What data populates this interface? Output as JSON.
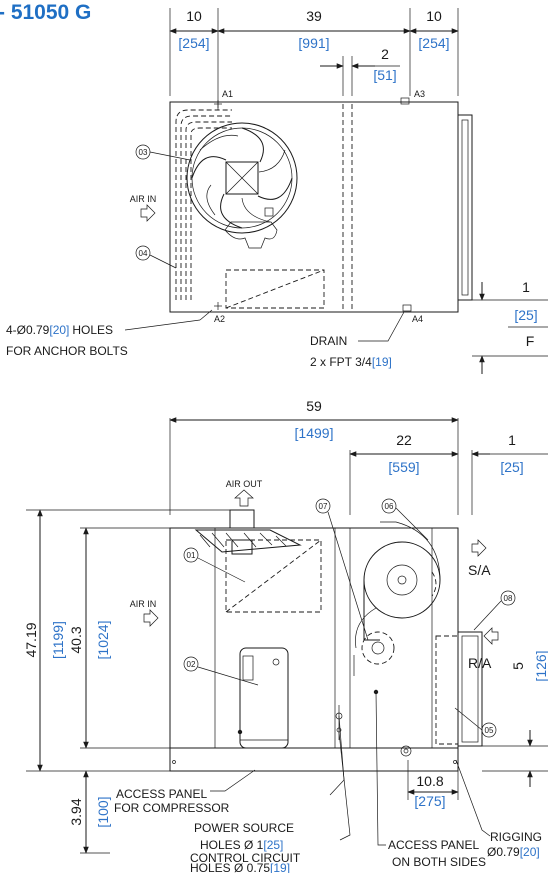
{
  "title": "- 51050 G",
  "top_view": {
    "dim_left_in": "10",
    "dim_left_mm": "[254]",
    "dim_mid_in": "39",
    "dim_mid_mm": "[991]",
    "dim_right_in": "10",
    "dim_right_mm": "[254]",
    "dim_drain_gap_in": "2",
    "dim_drain_gap_mm": "[51]",
    "dim_side_in": "1",
    "dim_side_mm": "[25]",
    "dim_side_label": "F",
    "anchor_a1": "A1",
    "anchor_a2": "A2",
    "anchor_a3": "A3",
    "anchor_a4": "A4",
    "callout_fan": "03",
    "callout_coil": "04",
    "air_in": "AIR IN",
    "holes_line1_a": "4-Ø0.79",
    "holes_line1_mm": "[20]",
    "holes_line1_b": "HOLES",
    "holes_line2": "FOR ANCHOR BOLTS",
    "drain_label": "DRAIN",
    "drain_size_a": "2 x FPT 3/4",
    "drain_size_mm": "[19]"
  },
  "front_view": {
    "dim_width_in": "59",
    "dim_width_mm": "[1499]",
    "dim_blower_in": "22",
    "dim_blower_mm": "[559]",
    "dim_edge_in": "1",
    "dim_edge_mm": "[25]",
    "dim_total_h_in": "47.19",
    "dim_total_h_mm": "[1199]",
    "dim_coil_h_in": "40.3",
    "dim_coil_h_mm": "[1024]",
    "dim_base_in": "3.94",
    "dim_base_mm": "[100]",
    "dim_ra_in": "5",
    "dim_ra_mm": "[126]",
    "dim_access_in": "10.8",
    "dim_access_mm": "[275]",
    "air_out": "AIR OUT",
    "air_in": "AIR IN",
    "supply_air": "S/A",
    "return_air": "R/A",
    "callouts": [
      "01",
      "02",
      "05",
      "06",
      "07",
      "08"
    ],
    "access_comp_1": "ACCESS PANEL",
    "access_comp_2": "FOR COMPRESSOR",
    "power_1": "POWER SOURCE",
    "power_2a": "HOLES Ø 1",
    "power_2mm": "[25]",
    "control_1": "CONTROL CIRCUIT",
    "control_2a": "HOLES Ø 0.75",
    "control_2mm": "[19]",
    "access_both_1": "ACCESS PANEL",
    "access_both_2": "ON BOTH SIDES",
    "rigging_1": "RIGGING",
    "rigging_2a": "Ø0.79",
    "rigging_2mm": "[20]"
  }
}
